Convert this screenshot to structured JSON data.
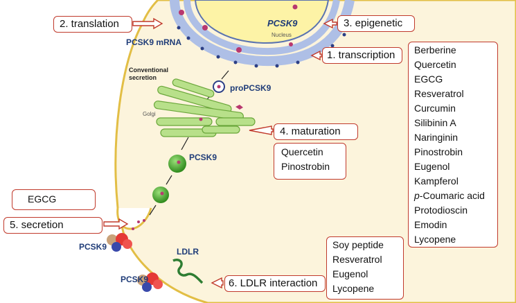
{
  "steps": {
    "translation": "2. translation",
    "epigenetic": "3. epigenetic",
    "transcription": "1. transcription",
    "maturation": "4. maturation",
    "secretion": "5. secretion",
    "ldlr_interaction": "6. LDLR interaction"
  },
  "labels": {
    "pcsk9_nucleus": "PCSK9",
    "nucleus": "Nucleus",
    "pcsk9_mrna": "PCSK9 mRNA",
    "conventional_secretion": "Conventional secretion",
    "propcsk9": "proPCSK9",
    "golgi": "Golgi",
    "pcsk9_vesicle": "PCSK9",
    "pcsk9_secreted": "PCSK9",
    "ldlr": "LDLR",
    "pcsk9_bound": "PCSK9"
  },
  "compound_lists": {
    "transcription": [
      "Berberine",
      "Quercetin",
      "EGCG",
      "Resveratrol",
      "Curcumin",
      "Silibinin A",
      "Naringinin",
      "Pinostrobin",
      "Eugenol",
      "Kampferol",
      "p-Coumaric acid",
      "Protodioscin",
      "Emodin",
      "Lycopene"
    ],
    "maturation": [
      "Quercetin",
      "Pinostrobin"
    ],
    "secretion": [
      "EGCG"
    ],
    "ldlr_interaction": [
      "Soy peptide",
      "Resveratrol",
      "Eugenol",
      "Lycopene"
    ]
  },
  "colors": {
    "cell_fill": "#fcf4dc",
    "cell_border": "#e2be45",
    "nucleus_fill": "#fdf3a6",
    "er_fill": "#aebfe6",
    "golgi_fill": "#b8e08a",
    "vesicle_fill": "#48a82a",
    "arrow_red": "#c0392b",
    "text_blue": "#1f3c78"
  }
}
